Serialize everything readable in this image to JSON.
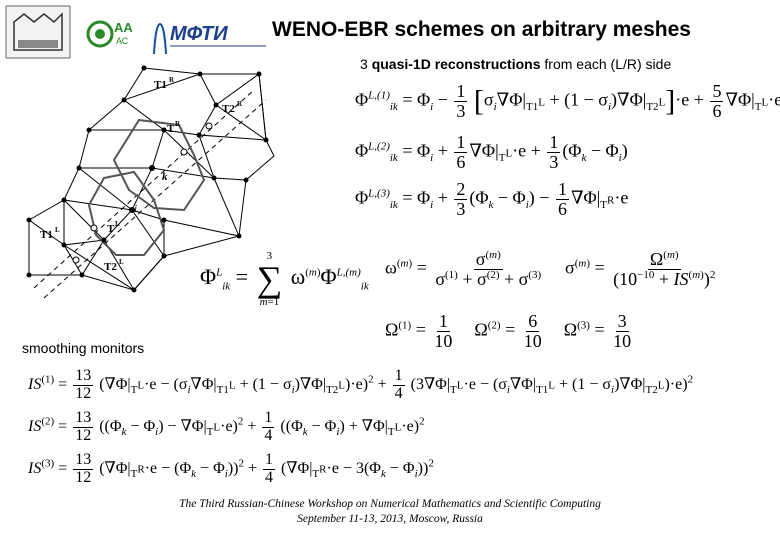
{
  "header": {
    "logo_text": "МФТИ",
    "title": "WENO-EBR schemes on arbitrary meshes",
    "subtitle_prefix": "3 ",
    "subtitle_bold": "quasi-1D reconstructions",
    "subtitle_suffix": " from each (L/R) side"
  },
  "mesh": {
    "labels": {
      "t1r": "T1",
      "t2r": "T2",
      "tr": "T",
      "k": "k",
      "i": "i",
      "t1l": "T1",
      "tl": "T",
      "t2l": "T2",
      "sup_r": "R",
      "sup_l": "L"
    }
  },
  "labels": {
    "smoothing": "smoothing monitors"
  },
  "footer": {
    "line1": "The Third Russian-Chinese Workshop on Numerical Mathematics and Scientific Computing",
    "line2": "September 11-13, 2013, Moscow, Russia"
  }
}
